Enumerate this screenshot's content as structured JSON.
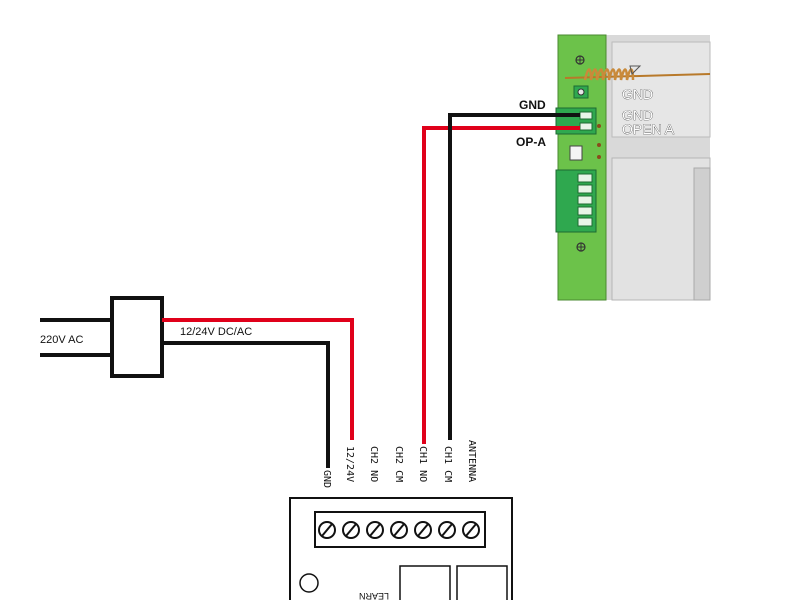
{
  "power": {
    "input_label": "220V AC",
    "output_label": "12/24V DC/AC"
  },
  "gate_board": {
    "wire_gnd_label": "GND",
    "wire_opa_label": "OP-A",
    "board_label_1": "GND",
    "board_label_2": "GND",
    "board_label_3": "OPEN A"
  },
  "receiver": {
    "terminals": [
      "GND",
      "12/24V",
      "CH2 NO",
      "CH2 CM",
      "CH1 NO",
      "CH1 CM",
      "ANTENNA"
    ],
    "learn_label": "LEARN"
  },
  "colors": {
    "positive_wire": "#e0001a",
    "ground_wire": "#111111",
    "board_green": "#6cc24a",
    "connector_green": "#2fa84f"
  }
}
